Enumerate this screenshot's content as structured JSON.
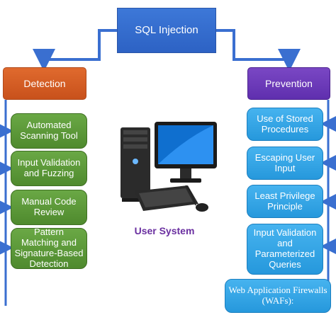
{
  "diagram": {
    "root": "SQL Injection",
    "detection": {
      "title": "Detection",
      "items": [
        "Automated Scanning Tool",
        "Input Validation and Fuzzing",
        "Manual Code Review",
        "Pattern Matching and Signature-Based Detection"
      ]
    },
    "prevention": {
      "title": "Prevention",
      "items": [
        "Use of Stored Procedures",
        "Escaping User Input",
        "Least Privilege Principle",
        "Input Validation and Parameterized Queries",
        "Web Application Firewalls (WAFs):"
      ]
    },
    "center_label": "User System"
  },
  "colors": {
    "root": "#2d62c4",
    "detection": "#c8511b",
    "prevention": "#5f2fae",
    "detection_items": "#4f8a2e",
    "prevention_items": "#2698dc",
    "connector": "#3a6fd0",
    "center_label": "#6a2fa0"
  }
}
